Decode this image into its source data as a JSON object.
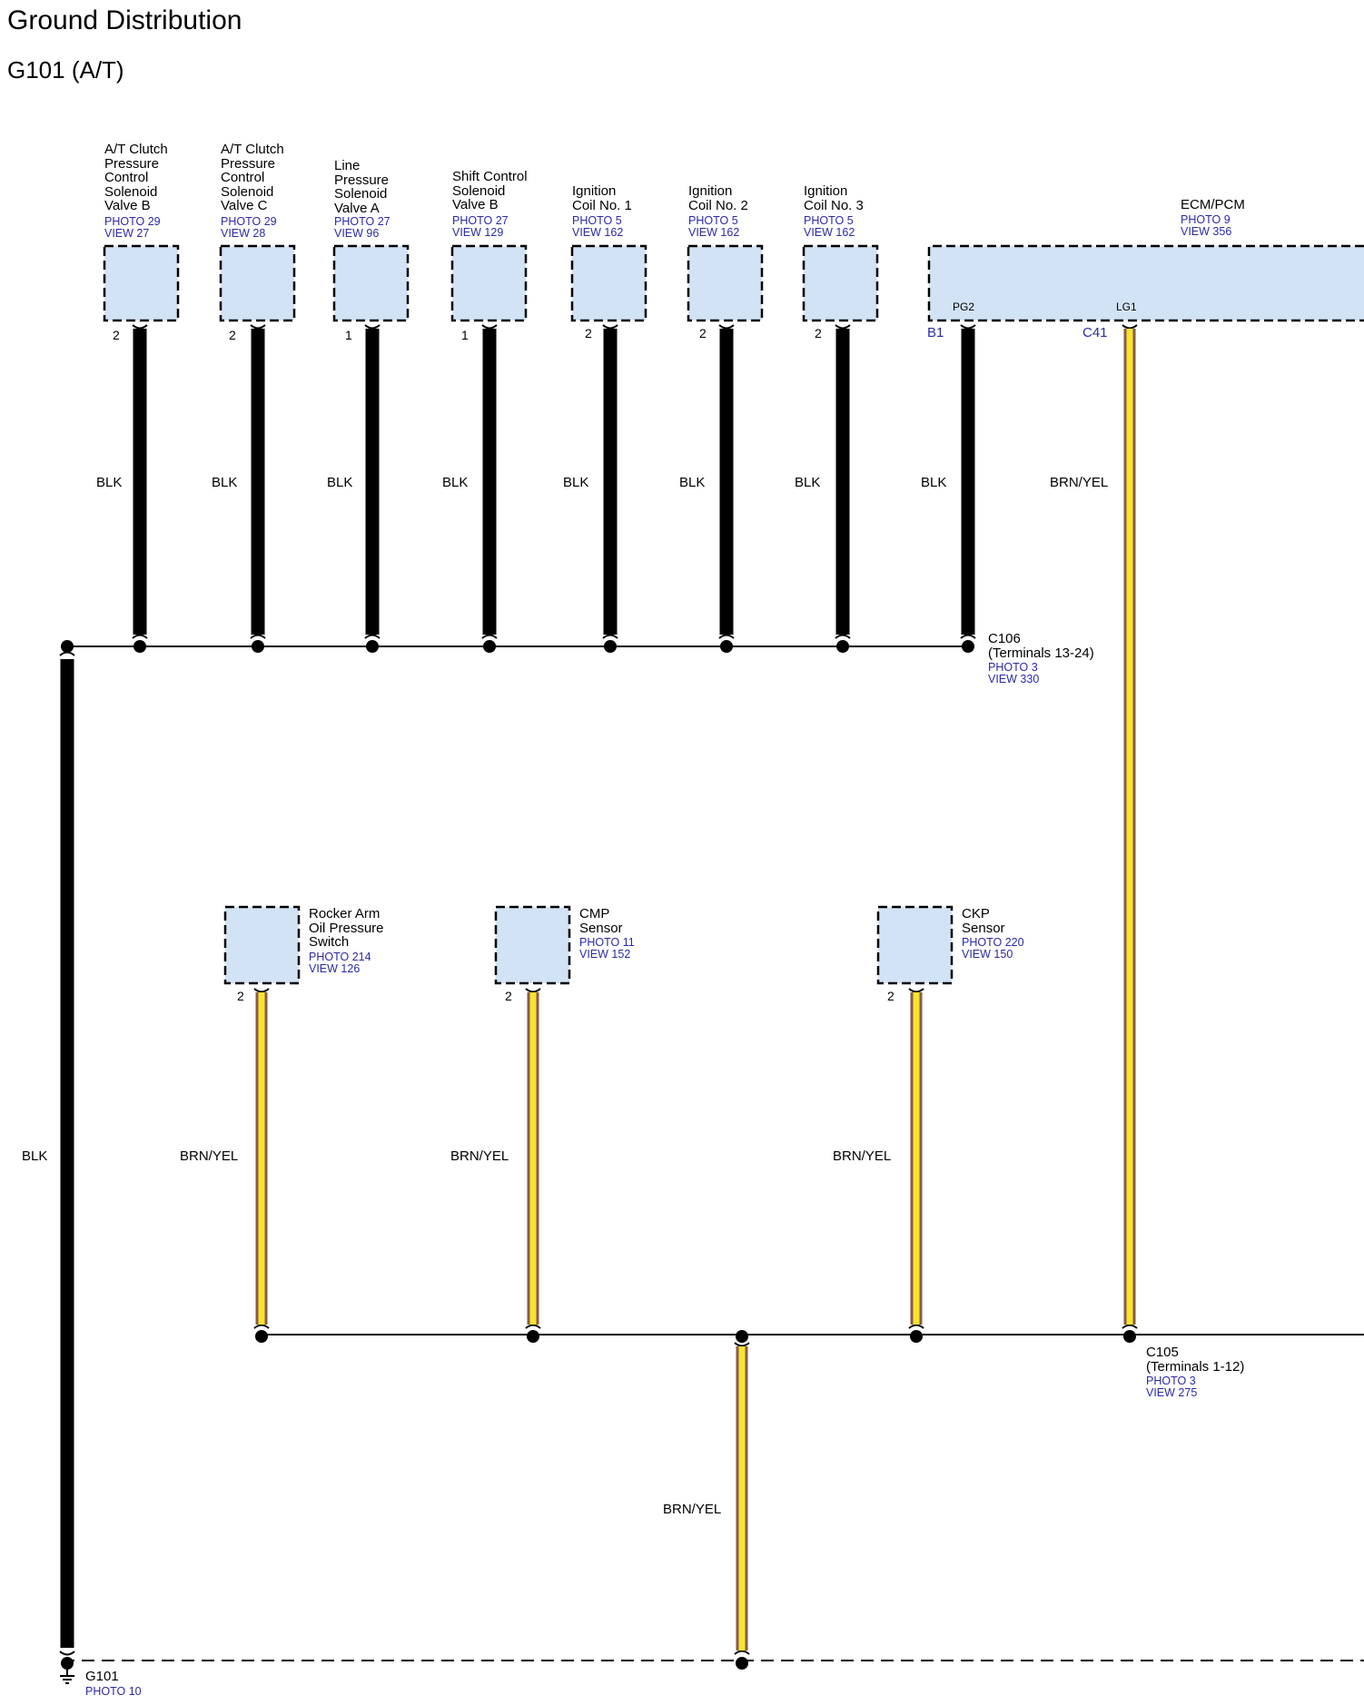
{
  "title": "Ground Distribution",
  "subtitle": "G101 (A/T)",
  "colors": {
    "box_fill": "#d3e3f6",
    "wire_black": "#000000",
    "wire_brn_outer": "#8b5a4a",
    "wire_yel_inner": "#f5e52f",
    "reference_text": "#2a2aa8"
  },
  "top_components": [
    {
      "name_lines": [
        "A/T Clutch",
        "Pressure",
        "Control",
        "Solenoid",
        "Valve B"
      ],
      "photo": "PHOTO 29",
      "view": "VIEW 27",
      "pin": "2",
      "wire": "BLK"
    },
    {
      "name_lines": [
        "A/T Clutch",
        "Pressure",
        "Control",
        "Solenoid",
        "Valve C"
      ],
      "photo": "PHOTO 29",
      "view": "VIEW 28",
      "pin": "2",
      "wire": "BLK"
    },
    {
      "name_lines": [
        "Line",
        "Pressure",
        "Solenoid",
        "Valve A"
      ],
      "photo": "PHOTO 27",
      "view": "VIEW 96",
      "pin": "1",
      "wire": "BLK"
    },
    {
      "name_lines": [
        "Shift Control",
        "Solenoid",
        "Valve B"
      ],
      "photo": "PHOTO 27",
      "view": "VIEW 129",
      "pin": "1",
      "wire": "BLK"
    },
    {
      "name_lines": [
        "Ignition",
        "Coil No. 1"
      ],
      "photo": "PHOTO 5",
      "view": "VIEW 162",
      "pin": "2",
      "wire": "BLK"
    },
    {
      "name_lines": [
        "Ignition",
        "Coil No. 2"
      ],
      "photo": "PHOTO 5",
      "view": "VIEW 162",
      "pin": "2",
      "wire": "BLK"
    },
    {
      "name_lines": [
        "Ignition",
        "Coil No. 3"
      ],
      "photo": "PHOTO 5",
      "view": "VIEW 162",
      "pin": "2",
      "wire": "BLK"
    }
  ],
  "ecm": {
    "name": "ECM/PCM",
    "photo": "PHOTO 9",
    "view": "VIEW 356",
    "terminal_1": "PG2",
    "pin_1": "B1",
    "wire_1": "BLK",
    "terminal_2": "LG1",
    "pin_2": "C41",
    "wire_2": "BRN/YEL"
  },
  "c106": {
    "name": "C106",
    "terminals": "(Terminals 13-24)",
    "photo": "PHOTO 3",
    "view": "VIEW 330"
  },
  "ground_wire": "BLK",
  "bottom_components": [
    {
      "name_lines": [
        "Rocker Arm",
        "Oil Pressure",
        "Switch"
      ],
      "photo": "PHOTO 214",
      "view": "VIEW 126",
      "pin": "2",
      "wire": "BRN/YEL"
    },
    {
      "name_lines": [
        "CMP",
        "Sensor"
      ],
      "photo": "PHOTO 11",
      "view": "VIEW 152",
      "pin": "2",
      "wire": "BRN/YEL"
    },
    {
      "name_lines": [
        "CKP",
        "Sensor"
      ],
      "photo": "PHOTO 220",
      "view": "VIEW 150",
      "pin": "2",
      "wire": "BRN/YEL"
    }
  ],
  "c105": {
    "name": "C105",
    "terminals": "(Terminals 1-12)",
    "photo": "PHOTO 3",
    "view": "VIEW 275"
  },
  "down_wire": "BRN/YEL",
  "g101": {
    "name": "G101",
    "photo": "PHOTO 10"
  }
}
